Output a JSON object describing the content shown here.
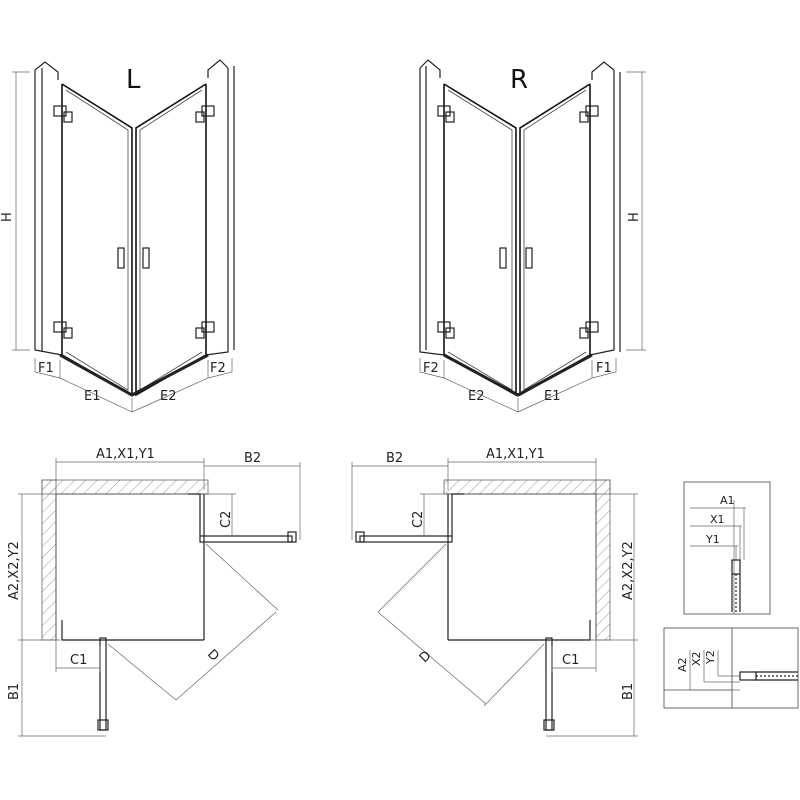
{
  "views": {
    "left_label": "L",
    "right_label": "R"
  },
  "dims": {
    "H": "H",
    "F1": "F1",
    "F2": "F2",
    "E1": "E1",
    "E2": "E2",
    "A_group": "A1,X1,Y1",
    "A2_group": "A2,X2,Y2",
    "B1": "B1",
    "B2": "B2",
    "C1": "C1",
    "C2": "C2",
    "D": "D"
  },
  "details": {
    "top": {
      "a": "A1",
      "x": "X1",
      "y": "Y1"
    },
    "bottom": {
      "a": "A2",
      "x": "X2",
      "y": "Y2"
    }
  }
}
